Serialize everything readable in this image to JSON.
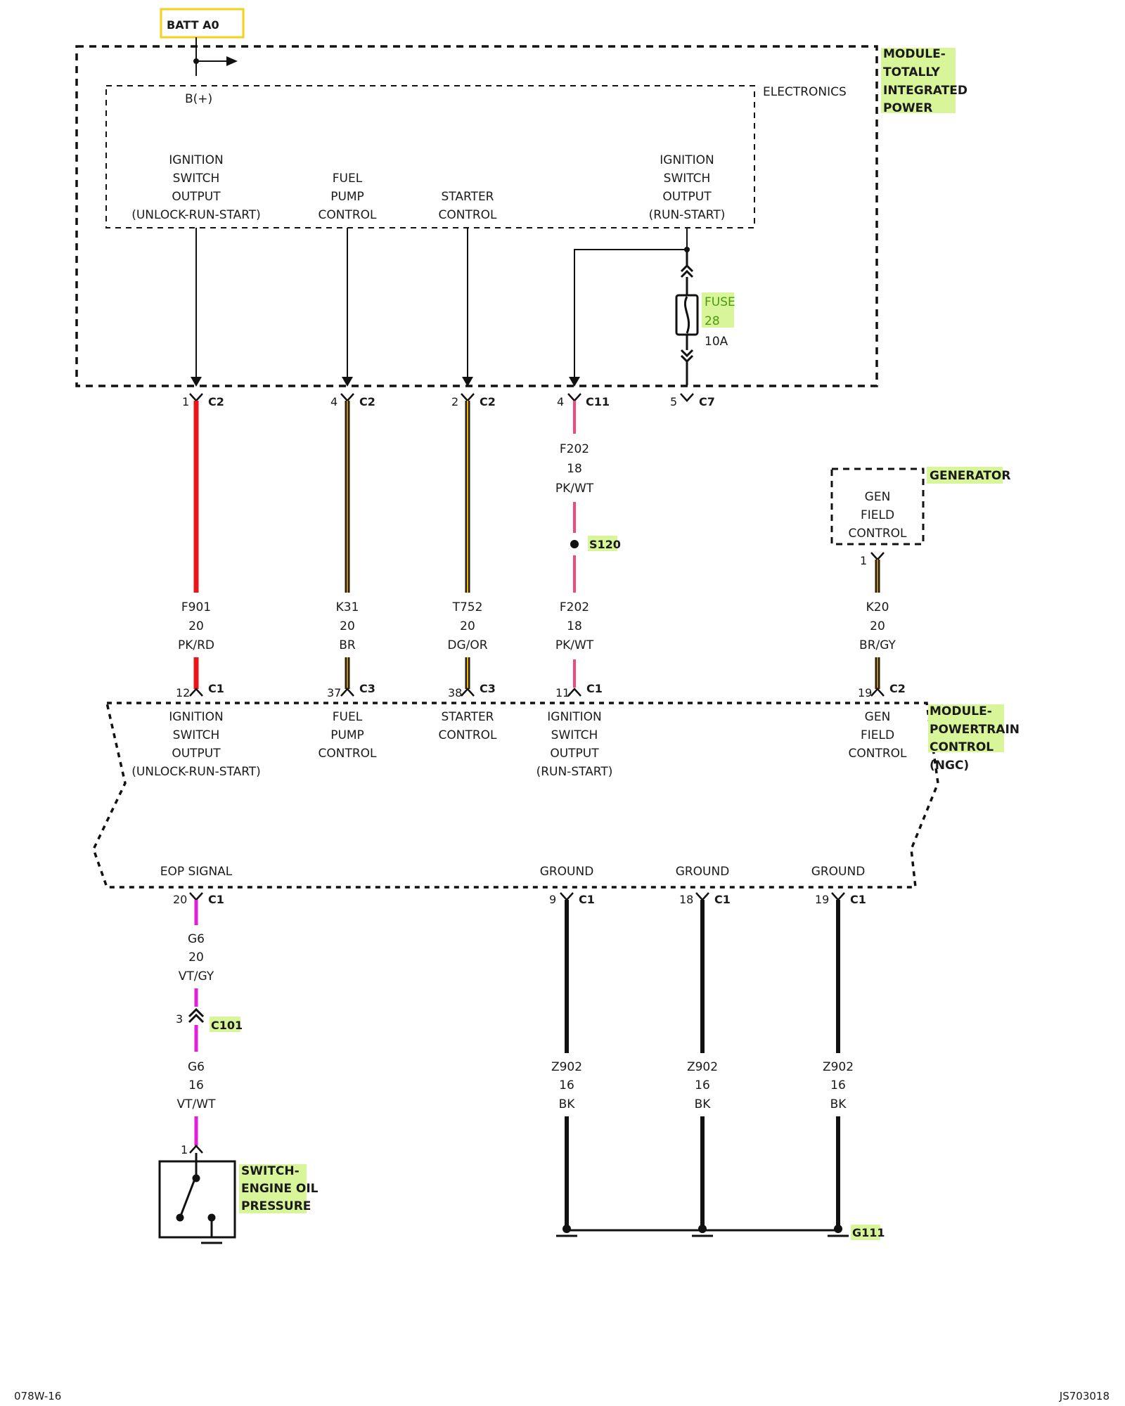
{
  "batt_label": "BATT A0",
  "b_plus": "B(+)",
  "electronics": "ELECTRONICS",
  "module_tipm": [
    "MODULE-",
    "TOTALLY",
    "INTEGRATED",
    "POWER"
  ],
  "tipm_outputs": {
    "ign1": [
      "IGNITION",
      "SWITCH",
      "OUTPUT",
      "(UNLOCK-RUN-START)"
    ],
    "fuel": [
      "FUEL",
      "PUMP",
      "CONTROL"
    ],
    "starter": [
      "STARTER",
      "CONTROL"
    ],
    "ign2": [
      "IGNITION",
      "SWITCH",
      "OUTPUT",
      "(RUN-START)"
    ]
  },
  "fuse": {
    "name": [
      "FUSE",
      "28"
    ],
    "rating": "10A"
  },
  "top_connectors": [
    {
      "pin": "1",
      "conn": "C2"
    },
    {
      "pin": "4",
      "conn": "C2"
    },
    {
      "pin": "2",
      "conn": "C2"
    },
    {
      "pin": "4",
      "conn": "C11"
    },
    {
      "pin": "5",
      "conn": "C7"
    }
  ],
  "circuit_f202_upper": [
    "F202",
    "18",
    "PK/WT"
  ],
  "splice": "S120",
  "generator": {
    "name": "GENERATOR",
    "box": [
      "GEN",
      "FIELD",
      "CONTROL"
    ],
    "pin": "1"
  },
  "wire_labels": {
    "f901": [
      "F901",
      "20",
      "PK/RD"
    ],
    "k31": [
      "K31",
      "20",
      "BR"
    ],
    "t752": [
      "T752",
      "20",
      "DG/OR"
    ],
    "f202": [
      "F202",
      "18",
      "PK/WT"
    ],
    "k20": [
      "K20",
      "20",
      "BR/GY"
    ]
  },
  "pcm_connectors": [
    {
      "pin": "12",
      "conn": "C1"
    },
    {
      "pin": "37",
      "conn": "C3"
    },
    {
      "pin": "38",
      "conn": "C3"
    },
    {
      "pin": "11",
      "conn": "C1"
    },
    {
      "pin": "19",
      "conn": "C2"
    }
  ],
  "pcm_inputs": {
    "ign1": [
      "IGNITION",
      "SWITCH",
      "OUTPUT",
      "(UNLOCK-RUN-START)"
    ],
    "fuel": [
      "FUEL",
      "PUMP",
      "CONTROL"
    ],
    "starter": [
      "STARTER",
      "CONTROL"
    ],
    "ign2": [
      "IGNITION",
      "SWITCH",
      "OUTPUT",
      "(RUN-START)"
    ],
    "gen": [
      "GEN",
      "FIELD",
      "CONTROL"
    ]
  },
  "module_pcm": [
    "MODULE-",
    "POWERTRAIN",
    "CONTROL",
    "(NGC)"
  ],
  "pcm_bottom": {
    "eop": "EOP SIGNAL",
    "ground1": "GROUND",
    "ground2": "GROUND",
    "ground3": "GROUND"
  },
  "bottom_connectors": [
    {
      "pin": "20",
      "conn": "C1"
    },
    {
      "pin": "9",
      "conn": "C1"
    },
    {
      "pin": "18",
      "conn": "C1"
    },
    {
      "pin": "19",
      "conn": "C1"
    }
  ],
  "g6_upper": [
    "G6",
    "20",
    "VT/GY"
  ],
  "inline_connector": {
    "pin": "3",
    "conn": "C101"
  },
  "g6_lower": [
    "G6",
    "16",
    "VT/WT"
  ],
  "switch_pin": "1",
  "switch_label": [
    "SWITCH-",
    "ENGINE OIL",
    "PRESSURE"
  ],
  "ground_wires": {
    "g1": [
      "Z902",
      "16",
      "BK"
    ],
    "g2": [
      "Z902",
      "16",
      "BK"
    ],
    "g3": [
      "Z902",
      "16",
      "BK"
    ]
  },
  "ground_point": "G111",
  "footer_left": "078W-16",
  "footer_right": "JS703018",
  "colors": {
    "pk_rd": "#e8151b",
    "pk_wt": "#f04a7a",
    "br": "#2a1c0a",
    "yellow_stripe": "#e6b800",
    "vt": "#e020d8",
    "bk": "#111111",
    "highlight": "#d9f59a",
    "batt_border": "#f2d21b"
  }
}
